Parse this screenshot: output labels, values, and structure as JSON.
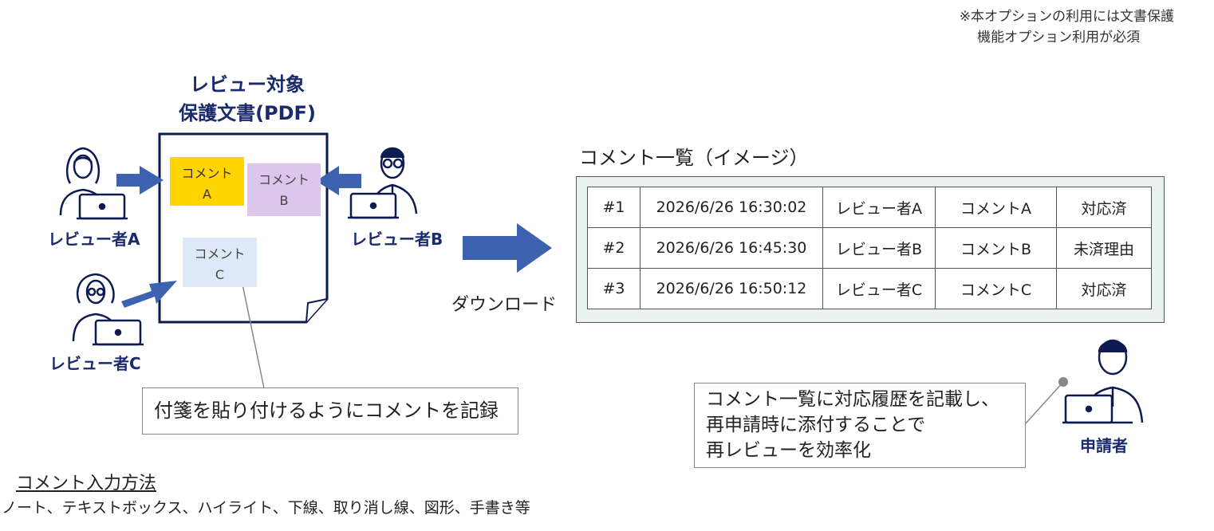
{
  "note": "※本オプションの利用には文書保護\n　 機能オプション利用が必須",
  "document": {
    "title_line1": "レビュー対象",
    "title_line2": "保護文書(PDF)"
  },
  "stickies": {
    "a": {
      "line1": "コメント",
      "line2": "A"
    },
    "b": {
      "line1": "コメント",
      "line2": "B"
    },
    "c": {
      "line1": "コメント",
      "line2": "C"
    }
  },
  "reviewers": {
    "a": "レビュー者A",
    "b": "レビュー者B",
    "c": "レビュー者C"
  },
  "applicant": "申請者",
  "download_label": "ダウンロード",
  "comment_list": {
    "title": "コメント一覧（イメージ）",
    "rows": [
      {
        "num": "#1",
        "datetime": "2026/6/26 16:30:02",
        "reviewer": "レビュー者A",
        "comment": "コメントA",
        "status": "対応済"
      },
      {
        "num": "#2",
        "datetime": "2026/6/26 16:45:30",
        "reviewer": "レビュー者B",
        "comment": "コメントB",
        "status": "未済理由"
      },
      {
        "num": "#3",
        "datetime": "2026/6/26 16:50:12",
        "reviewer": "レビュー者C",
        "comment": "コメントC",
        "status": "対応済"
      }
    ]
  },
  "callouts": {
    "sticky_note": "付箋を貼り付けるようにコメントを記録",
    "history": "コメント一覧に対応履歴を記載し、\n再申請時に添付することで\n再レビューを効率化"
  },
  "method": {
    "title": "コメント入力方法",
    "body": "ノート、テキストボックス、ハイライト、下線、取り消し線、図形、手書き等"
  },
  "colors": {
    "navy": "#1a2a6c",
    "arrow": "#3d63b0",
    "sticky_a": "#ffd400",
    "sticky_b": "#dcc6ec",
    "sticky_c": "#dde9f6"
  }
}
